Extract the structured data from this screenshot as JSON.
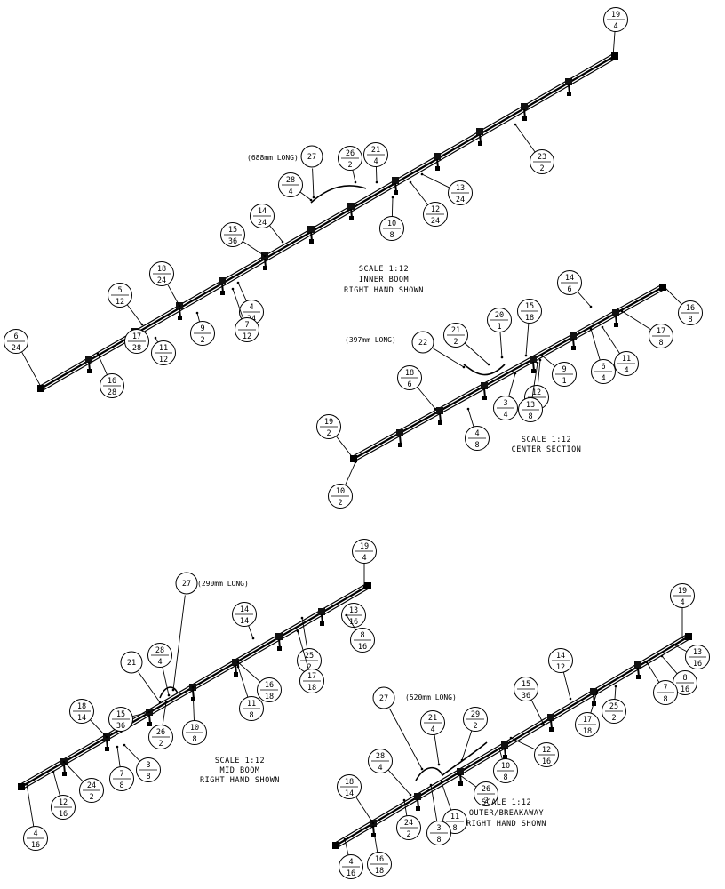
{
  "views": [
    {
      "id": "inner-boom",
      "scale": [
        "SCALE  1:12",
        "INNER BOOM",
        "RIGHT HAND SHOWN"
      ],
      "notes": [
        "(688mm LONG)"
      ],
      "balloons": [
        {
          "top": "19",
          "bot": "4"
        },
        {
          "top": "23",
          "bot": "2"
        },
        {
          "top": "26",
          "bot": "2"
        },
        {
          "top": "21",
          "bot": "4"
        },
        {
          "top": "28",
          "bot": "4"
        },
        {
          "top": "13",
          "bot": "24"
        },
        {
          "top": "12",
          "bot": "24"
        },
        {
          "top": "10",
          "bot": "8"
        },
        {
          "top": "14",
          "bot": "24"
        },
        {
          "top": "15",
          "bot": "36"
        },
        {
          "top": "18",
          "bot": "24"
        },
        {
          "top": "5",
          "bot": "12"
        },
        {
          "top": "9",
          "bot": "2"
        },
        {
          "top": "4",
          "bot": "24"
        },
        {
          "top": "7",
          "bot": "12"
        },
        {
          "top": "11",
          "bot": "12"
        },
        {
          "top": "17",
          "bot": "28"
        },
        {
          "top": "16",
          "bot": "28"
        },
        {
          "top": "6",
          "bot": "24"
        }
      ],
      "plain": [
        {
          "text": "27"
        }
      ]
    },
    {
      "id": "center-section",
      "scale": [
        "SCALE  1:12",
        "CENTER SECTION"
      ],
      "notes": [
        "(397mm LONG)"
      ],
      "balloons": [
        {
          "top": "14",
          "bot": "6"
        },
        {
          "top": "16",
          "bot": "8"
        },
        {
          "top": "17",
          "bot": "8"
        },
        {
          "top": "11",
          "bot": "4"
        },
        {
          "top": "6",
          "bot": "4"
        },
        {
          "top": "9",
          "bot": "1"
        },
        {
          "top": "12",
          "bot": "8"
        },
        {
          "top": "13",
          "bot": "8"
        },
        {
          "top": "3",
          "bot": "4"
        },
        {
          "top": "15",
          "bot": "18"
        },
        {
          "top": "20",
          "bot": "1"
        },
        {
          "top": "21",
          "bot": "2"
        },
        {
          "top": "18",
          "bot": "6"
        },
        {
          "top": "4",
          "bot": "8"
        },
        {
          "top": "19",
          "bot": "2"
        },
        {
          "top": "10",
          "bot": "2"
        }
      ],
      "plain": [
        {
          "text": "22"
        }
      ]
    },
    {
      "id": "mid-boom",
      "scale": [
        "SCALE  1:12",
        "MID BOOM",
        "RIGHT HAND SHOWN"
      ],
      "notes": [
        "(290mm LONG)"
      ],
      "balloons": [
        {
          "top": "19",
          "bot": "4"
        },
        {
          "top": "14",
          "bot": "14"
        },
        {
          "top": "13",
          "bot": "16"
        },
        {
          "top": "8",
          "bot": "16"
        },
        {
          "top": "25",
          "bot": "2"
        },
        {
          "top": "17",
          "bot": "18"
        },
        {
          "top": "16",
          "bot": "18"
        },
        {
          "top": "11",
          "bot": "8"
        },
        {
          "top": "10",
          "bot": "8"
        },
        {
          "top": "28",
          "bot": "4"
        },
        {
          "top": "26",
          "bot": "2"
        },
        {
          "top": "15",
          "bot": "36"
        },
        {
          "top": "18",
          "bot": "14"
        },
        {
          "top": "3",
          "bot": "8"
        },
        {
          "top": "7",
          "bot": "8"
        },
        {
          "top": "24",
          "bot": "2"
        },
        {
          "top": "12",
          "bot": "16"
        },
        {
          "top": "4",
          "bot": "16"
        }
      ],
      "plain": [
        {
          "text": "27"
        },
        {
          "text": "21"
        }
      ]
    },
    {
      "id": "outer-breakaway",
      "scale": [
        "SCALE  1:12",
        "OUTER/BREAKAWAY",
        "RIGHT HAND SHOWN"
      ],
      "notes": [
        "(520mm LONG)"
      ],
      "balloons": [
        {
          "top": "19",
          "bot": "4"
        },
        {
          "top": "13",
          "bot": "16"
        },
        {
          "top": "8",
          "bot": "16"
        },
        {
          "top": "7",
          "bot": "8"
        },
        {
          "top": "14",
          "bot": "12"
        },
        {
          "top": "25",
          "bot": "2"
        },
        {
          "top": "17",
          "bot": "18"
        },
        {
          "top": "15",
          "bot": "36"
        },
        {
          "top": "12",
          "bot": "16"
        },
        {
          "top": "10",
          "bot": "8"
        },
        {
          "top": "29",
          "bot": "2"
        },
        {
          "top": "21",
          "bot": "4"
        },
        {
          "top": "26",
          "bot": "2"
        },
        {
          "top": "11",
          "bot": "8"
        },
        {
          "top": "3",
          "bot": "8"
        },
        {
          "top": "28",
          "bot": "4"
        },
        {
          "top": "18",
          "bot": "14"
        },
        {
          "top": "24",
          "bot": "2"
        },
        {
          "top": "16",
          "bot": "18"
        },
        {
          "top": "4",
          "bot": "16"
        }
      ],
      "plain": [
        {
          "text": "27"
        }
      ]
    }
  ]
}
